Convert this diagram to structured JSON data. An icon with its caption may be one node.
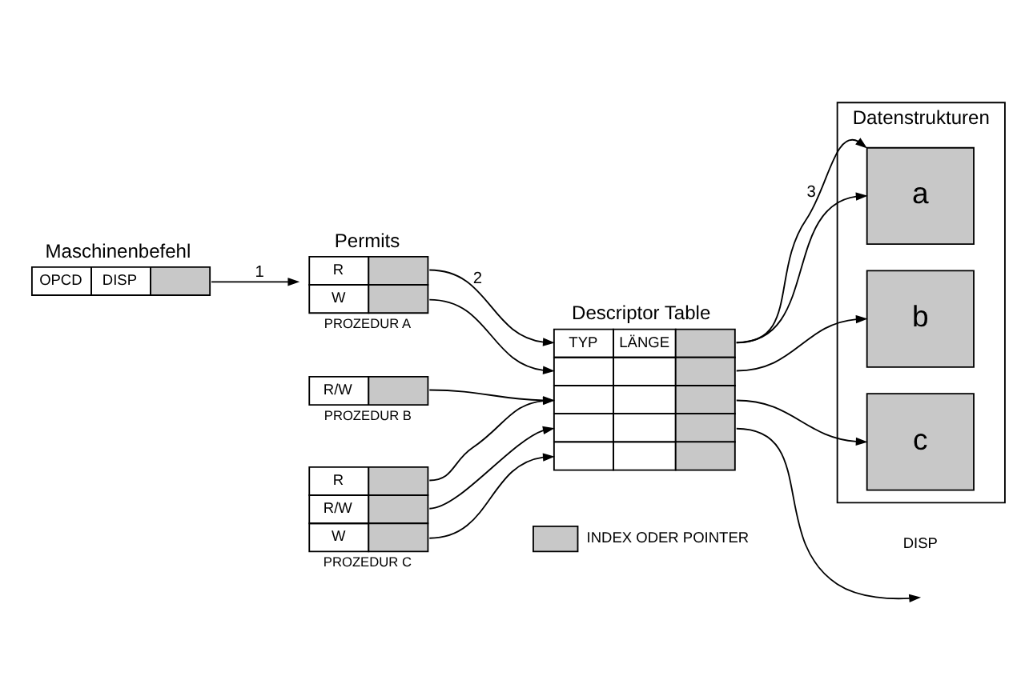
{
  "diagram": {
    "nodes": [
      {
        "text": [
          "Maschinenbefehl",
          "OPCD",
          "DISP"
        ]
      },
      {
        "text": [
          "Permits",
          "R",
          "W"
        ],
        "beside": [
          "PROZEDUR A"
        ]
      },
      {
        "text": [
          "R/W"
        ],
        "beside": [
          "PROZEDUR B"
        ]
      },
      {
        "text": [
          "R",
          "R/W",
          "W"
        ],
        "beside": [
          "PROZEDUR C"
        ]
      },
      {
        "text": [
          "Descriptor Table",
          "TYP",
          "LÄNGE"
        ]
      },
      {
        "text": [
          "Datenstrukturen"
        ]
      },
      {
        "text": [
          "a"
        ],
        "in": 5
      },
      {
        "text": [
          "b"
        ],
        "in": 5
      },
      {
        "text": [
          "c"
        ],
        "in": 5
      }
    ],
    "edges": [
      {
        "from": 0,
        "to": 1,
        "arrow": "to",
        "label": "1"
      },
      {
        "from": 1,
        "to": 4,
        "arrow": "to",
        "label": "2"
      },
      {
        "from": 1,
        "to": 4,
        "arrow": "to"
      },
      {
        "from": 2,
        "to": 4,
        "arrow": "to"
      },
      {
        "from": 3,
        "to": 4,
        "arrow": "to"
      },
      {
        "from": 3,
        "to": 4,
        "arrow": "to"
      },
      {
        "from": 3,
        "to": 4,
        "arrow": "to"
      },
      {
        "from": 4,
        "to": 6,
        "arrow": "to"
      },
      {
        "from": 4,
        "to": 6,
        "arrow": "to",
        "label": "3"
      },
      {
        "from": 4,
        "to": 7,
        "arrow": "to"
      },
      {
        "from": 4,
        "to": 8,
        "arrow": "to"
      },
      {
        "from": 4,
        "to": null,
        "arrow": "to"
      }
    ],
    "labels": [
      "DISP"
    ],
    "legend": [
      {
        "text": "INDEX ODER POINTER",
        "color": "#c8c8c8"
      }
    ]
  }
}
